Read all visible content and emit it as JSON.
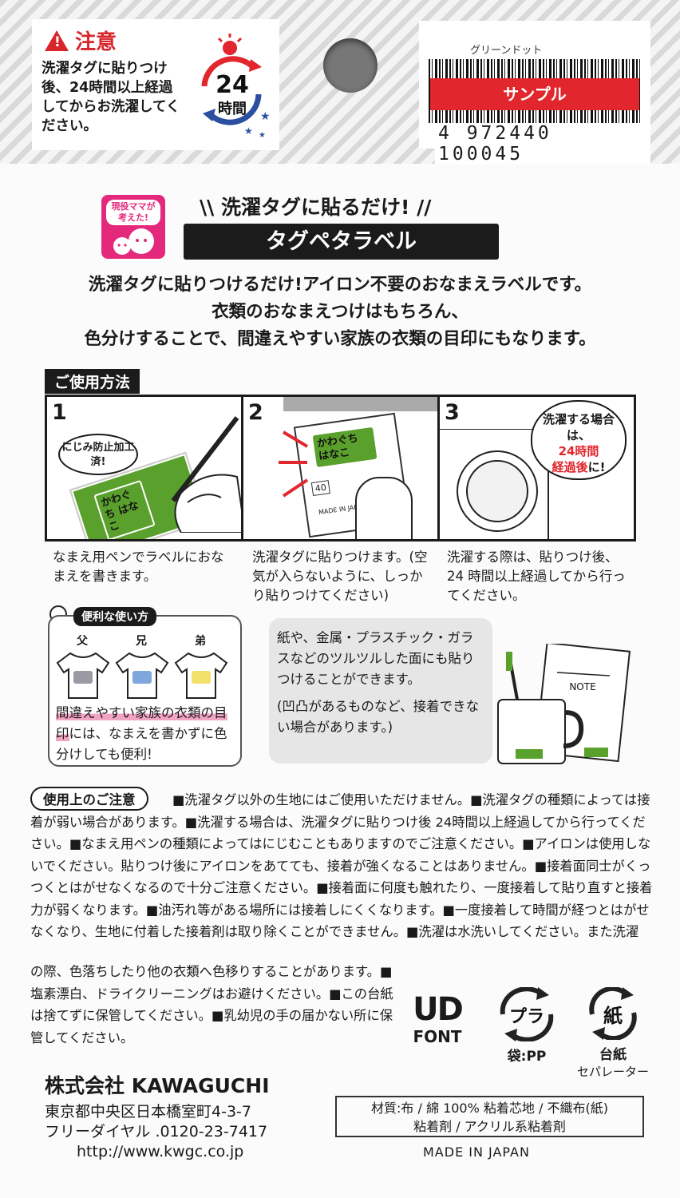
{
  "caution": {
    "title": "注意",
    "text": "洗濯タグに貼りつけ後、24時間以上経過してからお洗濯してください。",
    "badge_number": "24",
    "badge_unit": "時間"
  },
  "barcode": {
    "product_name": "グリーンドット",
    "sample": "サンプル",
    "number": "4 972440 100045"
  },
  "header": {
    "mama_badge": "現役ママが考えた!",
    "tagline": "\\\\ 洗濯タグに貼るだけ! //",
    "product": "タグペタラベル"
  },
  "description": [
    "洗濯タグに貼りつけるだけ!アイロン不要のおなまえラベルです。",
    "衣類のおなまえつけはもちろん、",
    "色分けすることで、間違えやすい家族の衣類の目印にもなります。"
  ],
  "howto": {
    "title": "ご使用方法",
    "steps": [
      {
        "num": "1",
        "bubble": "にじみ防止加工済!",
        "label": "かわぐち はなこ",
        "text": "なまえ用ペンでラベルにおなまえを書きます。"
      },
      {
        "num": "2",
        "label": "かわぐち はなこ",
        "tag_text": "MADE IN JAPAN",
        "tag_num": "40",
        "text": "洗濯タグに貼りつけます。(空気が入らないように、しっかり貼りつけてください)"
      },
      {
        "num": "3",
        "bubble_a": "洗濯する場合は、",
        "bubble_b": "24時間",
        "bubble_c": "経過後",
        "bubble_d": "に!",
        "text": "洗濯する際は、貼りつけ後、24 時間以上経過してから行ってください。"
      }
    ]
  },
  "tips": {
    "title": "便利な使い方",
    "shirts": [
      {
        "label": "父",
        "color": "#9a9aa4"
      },
      {
        "label": "兄",
        "color": "#7fa6dd"
      },
      {
        "label": "弟",
        "color": "#f1e06a"
      }
    ],
    "text_hl1": "間違えやすい家族の衣類",
    "text_hl2": "の目印",
    "text_rest": "には、なまえを書かずに色分けしても便利!"
  },
  "surfaces": {
    "text": "紙や、金属・プラスチック・ガラスなどのツルツルした面にも貼りつけることができます。",
    "note": "(凹凸があるものなど、接着できない場合があります。)",
    "notebook": "NOTE"
  },
  "notes": {
    "title": "使用上のご注意",
    "body": "■洗濯タグ以外の生地にはご使用いただけません。■洗濯タグの種類によっては接着が弱い場合があります。■洗濯する場合は、洗濯タグに貼りつけ後 24時間以上経過してから行ってください。■なまえ用ペンの種類によってはにじむこともありますのでご注意ください。■アイロンは使用しないでください。貼りつけ後にアイロンをあてても、接着が強くなることはありません。■接着面同士がくっつくとはがせなくなるので十分ご注意ください。■接着面に何度も触れたり、一度接着して貼り直すと接着力が弱くなります。■油汚れ等がある場所には接着しにくくなります。■一度接着して時間が経つとはがせなくなり、生地に付着した接着剤は取り除くことができません。■洗濯は水洗いしてください。また洗濯",
    "body2": "の際、色落ちしたり他の衣類へ色移りすることがあります。■塩素漂白、ドライクリーニングはお避けください。■この台紙は捨てずに保管してください。■乳幼児の手の届かない所に保管してください。"
  },
  "logos": {
    "ud": "UD",
    "font": "FONT",
    "pla": "プラ",
    "bag": "袋:PP",
    "kami": "紙",
    "mount": "台紙",
    "separator": "セパレーター"
  },
  "company": {
    "name": "株式会社 KAWAGUCHI",
    "address": "東京都中央区日本橋室町4-3-7",
    "freedial": "フリーダイヤル .0120-23-7417",
    "url": "http://www.kwgc.co.jp"
  },
  "material": {
    "line1": "材質:布 / 綿 100% 粘着芯地 / 不織布(紙)",
    "line2": "粘着剤 / アクリル系粘着剤"
  },
  "made_in": "MADE IN JAPAN"
}
